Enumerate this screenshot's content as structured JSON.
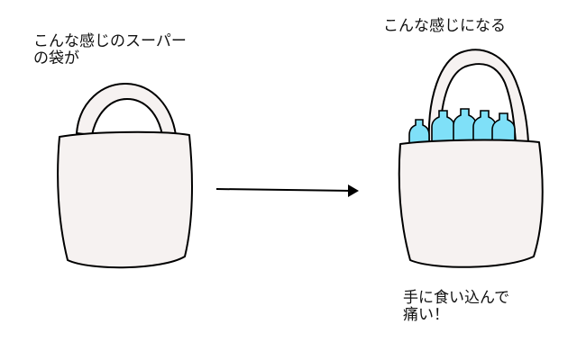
{
  "captions": {
    "before": {
      "line1": "こんな感じのスーパー",
      "line2": "の袋が"
    },
    "after": {
      "line1": "こんな感じになる"
    },
    "result": {
      "line1": "手に食い込んで",
      "line2": "痛い！"
    }
  },
  "colors": {
    "bag_fill": "#f6f2f1",
    "outline": "#000000",
    "bottle_fill": "#7fe0f8",
    "background": "#ffffff"
  },
  "icons": {
    "arrow": "arrow-right-icon"
  }
}
